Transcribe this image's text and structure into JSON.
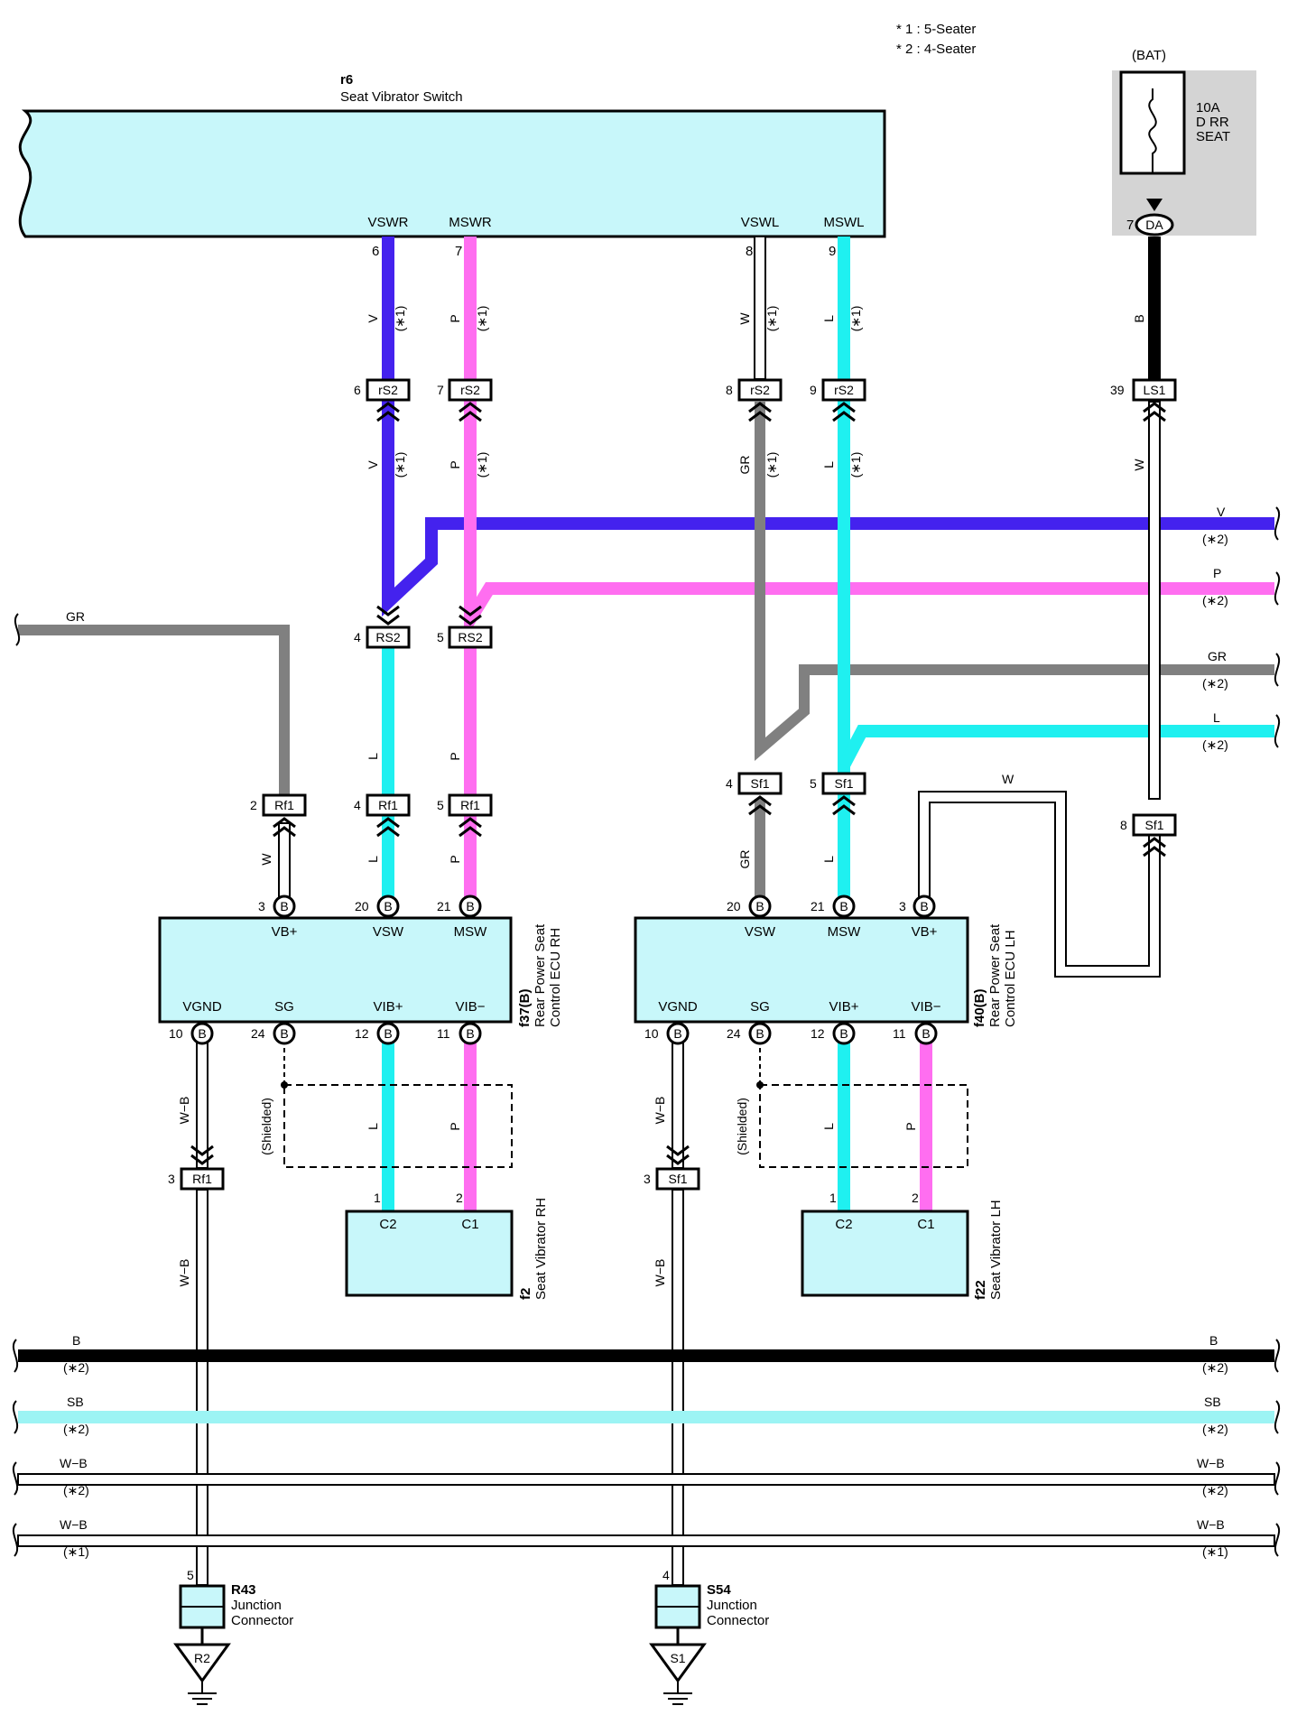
{
  "legend": {
    "n1": "* 1 : 5-Seater",
    "n2": "* 2 : 4-Seater"
  },
  "colors": {
    "box_fill": "#c8f7fa",
    "violet": "#4422ee",
    "pink": "#ff6ef0",
    "cyan": "#1ff0f0",
    "gray": "#808080",
    "light_blue": "#9cf4f4",
    "black": "#000000",
    "white_wire": "#ffffff"
  },
  "switch": {
    "code": "r6",
    "name": "Seat Vibrator Switch",
    "pins": [
      {
        "name": "VSWR",
        "num": "6"
      },
      {
        "name": "MSWR",
        "num": "7"
      },
      {
        "name": "VSWL",
        "num": "8"
      },
      {
        "name": "MSWL",
        "num": "9"
      }
    ]
  },
  "fuse": {
    "source": "(BAT)",
    "l1": "10A",
    "l2": "D RR",
    "l3": "SEAT",
    "pin": "7",
    "connector": "DA"
  },
  "ecu_rh": {
    "code": "f37(B)",
    "l1": "Rear Power Seat",
    "l2": "Control ECU RH",
    "top": [
      {
        "name": "VB+",
        "num": "3"
      },
      {
        "name": "VSW",
        "num": "20"
      },
      {
        "name": "MSW",
        "num": "21"
      }
    ],
    "bottom": [
      {
        "name": "VGND",
        "num": "10"
      },
      {
        "name": "SG",
        "num": "24"
      },
      {
        "name": "VIB+",
        "num": "12"
      },
      {
        "name": "VIB−",
        "num": "11"
      }
    ],
    "pin_label": "B"
  },
  "ecu_lh": {
    "code": "f40(B)",
    "l1": "Rear Power Seat",
    "l2": "Control ECU LH",
    "top": [
      {
        "name": "VSW",
        "num": "20"
      },
      {
        "name": "MSW",
        "num": "21"
      },
      {
        "name": "VB+",
        "num": "3"
      }
    ],
    "bottom": [
      {
        "name": "VGND",
        "num": "10"
      },
      {
        "name": "SG",
        "num": "24"
      },
      {
        "name": "VIB+",
        "num": "12"
      },
      {
        "name": "VIB−",
        "num": "11"
      }
    ],
    "pin_label": "B"
  },
  "vib_rh": {
    "code": "f2",
    "name": "Seat Vibrator RH",
    "p1": "C2",
    "p2": "C1",
    "n1": "1",
    "n2": "2"
  },
  "vib_lh": {
    "code": "f22",
    "name": "Seat Vibrator LH",
    "p1": "C2",
    "p2": "C1",
    "n1": "1",
    "n2": "2"
  },
  "junction_rh": {
    "code": "R43",
    "l1": "Junction",
    "l2": "Connector",
    "pin": "5",
    "ground": "R2"
  },
  "junction_lh": {
    "code": "S54",
    "l1": "Junction",
    "l2": "Connector",
    "pin": "4",
    "ground": "S1"
  },
  "connectors": {
    "rS2a": {
      "name": "rS2",
      "pin": "6"
    },
    "rS2b": {
      "name": "rS2",
      "pin": "7"
    },
    "rS2c": {
      "name": "rS2",
      "pin": "8"
    },
    "rS2d": {
      "name": "rS2",
      "pin": "9"
    },
    "LS1": {
      "name": "LS1",
      "pin": "39"
    },
    "RS2a": {
      "name": "RS2",
      "pin": "4"
    },
    "RS2b": {
      "name": "RS2",
      "pin": "5"
    },
    "Rf1a": {
      "name": "Rf1",
      "pin": "2"
    },
    "Rf1b": {
      "name": "Rf1",
      "pin": "4"
    },
    "Rf1c": {
      "name": "Rf1",
      "pin": "5"
    },
    "Rf1d": {
      "name": "Rf1",
      "pin": "3"
    },
    "Sf1a": {
      "name": "Sf1",
      "pin": "4"
    },
    "Sf1b": {
      "name": "Sf1",
      "pin": "5"
    },
    "Sf1c": {
      "name": "Sf1",
      "pin": "8"
    },
    "Sf1d": {
      "name": "Sf1",
      "pin": "3"
    }
  },
  "wire_labels": {
    "V": "V",
    "P": "P",
    "W": "W",
    "L": "L",
    "GR": "GR",
    "B": "B",
    "SB": "SB",
    "WB": "W−B",
    "n1": "(∗1)",
    "n2": "(∗2)",
    "shielded": "(Shielded)"
  }
}
